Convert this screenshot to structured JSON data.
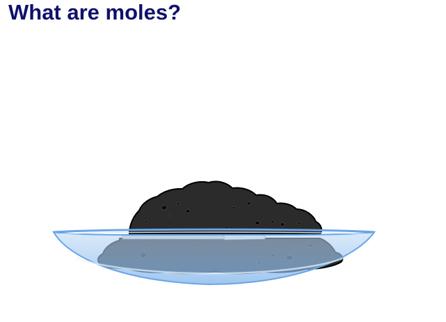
{
  "slide": {
    "title": "What are moles?"
  },
  "illustration": {
    "objects": [
      "carbon-powder-pile",
      "watch-glass-dish",
      "spatula"
    ],
    "colors": {
      "title": "#10106b",
      "powder": "#2b2b2b",
      "powder_outline": "#000000",
      "dish_fill": "#9cc4ec",
      "dish_rim": "#6aa6e6",
      "spatula": "#cfcfcf"
    }
  }
}
